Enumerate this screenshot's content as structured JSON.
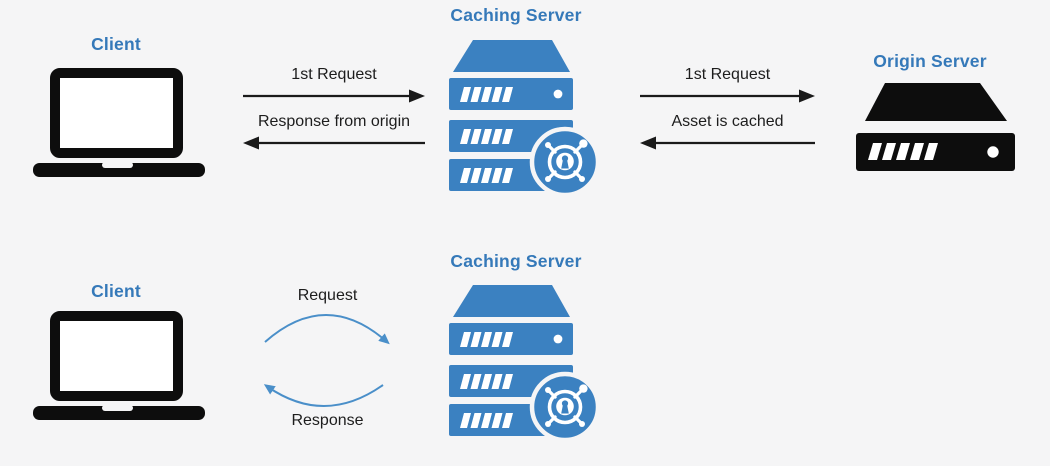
{
  "colors": {
    "background": "#f5f5f6",
    "label_blue": "#3579b9",
    "server_blue": "#3b81c1",
    "curve_arrow_blue": "#4a8fc9",
    "arrow_black": "#1a1a1a",
    "device_black": "#0d0d0d"
  },
  "top_flow": {
    "client_label": "Client",
    "caching_server_label": "Caching Server",
    "origin_server_label": "Origin Server",
    "client_to_cache": {
      "forward": "1st Request",
      "back": "Response from origin"
    },
    "cache_to_origin": {
      "forward": "1st Request",
      "back": "Asset is cached"
    }
  },
  "bottom_flow": {
    "client_label": "Client",
    "caching_server_label": "Caching Server",
    "forward": "Request",
    "back": "Response"
  },
  "icons": {
    "client": "laptop-icon",
    "caching_server": "server-rack-lock-badge-icon",
    "origin_server": "server-icon"
  }
}
